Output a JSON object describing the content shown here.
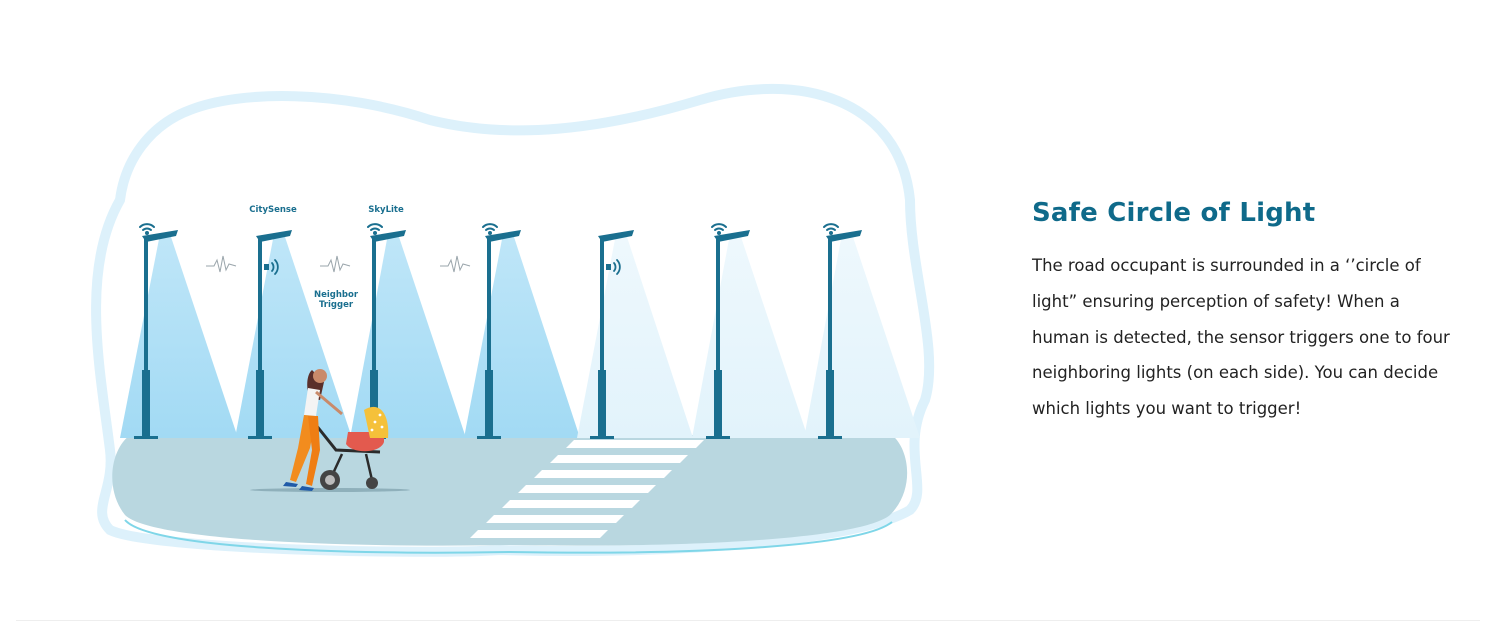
{
  "illustration": {
    "labels": {
      "citysense": "CitySense",
      "skylite": "SkyLite",
      "neighbor_line1": "Neighbor",
      "neighbor_line2": "Trigger"
    },
    "icons": [
      "wifi-icon",
      "streetlamp-icon",
      "sensor-signal-icon",
      "pulse-wave-icon",
      "woman-with-stroller-icon",
      "crosswalk"
    ],
    "colors": {
      "cloud_border": "#dff2fc",
      "road": "#b9d7e0",
      "lamp_pole": "#1a6f8f",
      "beam_bright": "#a7dcf5",
      "beam_faint": "#e6f5fc",
      "accent": "#0f6a8a"
    }
  },
  "content": {
    "title": "Safe Circle of Light",
    "description": "The road occupant is surrounded in a ‘’circle of light” ensuring perception of safety! When a human is detected, the sensor triggers one to four neighboring lights (on each side). You can decide which lights you want to trigger!"
  }
}
